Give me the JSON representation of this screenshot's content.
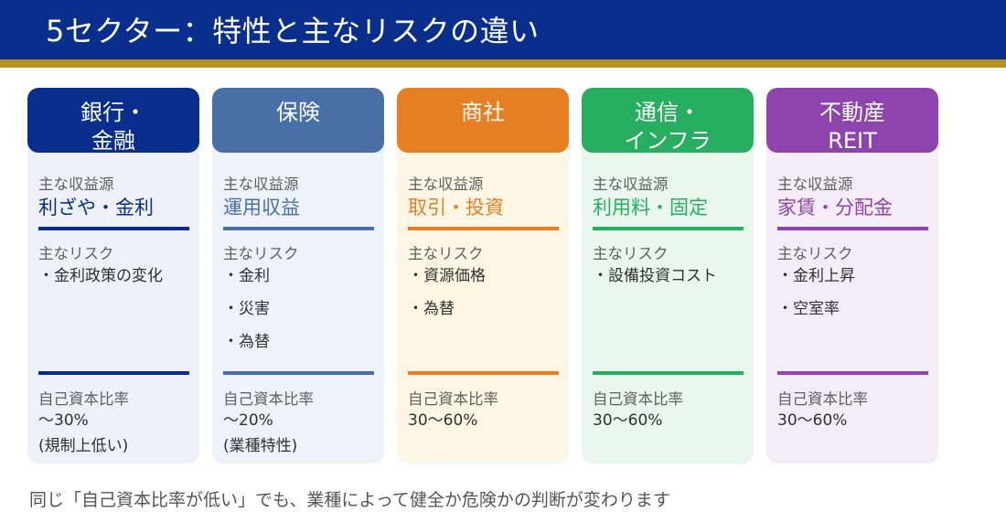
{
  "header": {
    "title": "5セクター：特性と主なリスクの違い"
  },
  "labels": {
    "revenue": "主な収益源",
    "risk": "主なリスク",
    "ratio": "自己資本比率"
  },
  "cards": [
    {
      "id": "bank",
      "title_lines": [
        "銀行・",
        "金融"
      ],
      "revenue": "利ざや・金利",
      "risks": [
        "・金利政策の変化"
      ],
      "ratio": "～30%",
      "ratio_note": "(規制上低い)",
      "head_color": "#0a2e8c",
      "body_color": "#eef1f9",
      "accent_color": "#0a2e8c"
    },
    {
      "id": "insurance",
      "title_lines": [
        "保険"
      ],
      "revenue": "運用収益",
      "risks": [
        "・金利",
        "・災害",
        "・為替"
      ],
      "ratio": "～20%",
      "ratio_note": "(業種特性)",
      "head_color": "#4a6fa6",
      "body_color": "#eef2fa",
      "accent_color": "#4a6fa6"
    },
    {
      "id": "trading",
      "title_lines": [
        "商社"
      ],
      "revenue": "取引・投資",
      "risks": [
        "・資源価格",
        "・為替"
      ],
      "ratio": "30～60%",
      "ratio_note": "",
      "head_color": "#e67e22",
      "body_color": "#fdf6e4",
      "accent_color": "#e67e22"
    },
    {
      "id": "telecom",
      "title_lines": [
        "通信・",
        "インフラ"
      ],
      "revenue": "利用料・固定",
      "risks": [
        "・設備投資コスト"
      ],
      "ratio": "30～60%",
      "ratio_note": "",
      "head_color": "#27ae60",
      "body_color": "#e9f7ee",
      "accent_color": "#27ae60"
    },
    {
      "id": "reit",
      "title_lines": [
        "不動産",
        "REIT"
      ],
      "revenue": "家賃・分配金",
      "risks": [
        "・金利上昇",
        "・空室率"
      ],
      "ratio": "30～60%",
      "ratio_note": "",
      "head_color": "#8e44ad",
      "body_color": "#f4ecf8",
      "accent_color": "#8e44ad"
    }
  ],
  "footer": {
    "text": "同じ「自己資本比率が低い」でも、業種によって健全か危険かの判断が変わります"
  }
}
